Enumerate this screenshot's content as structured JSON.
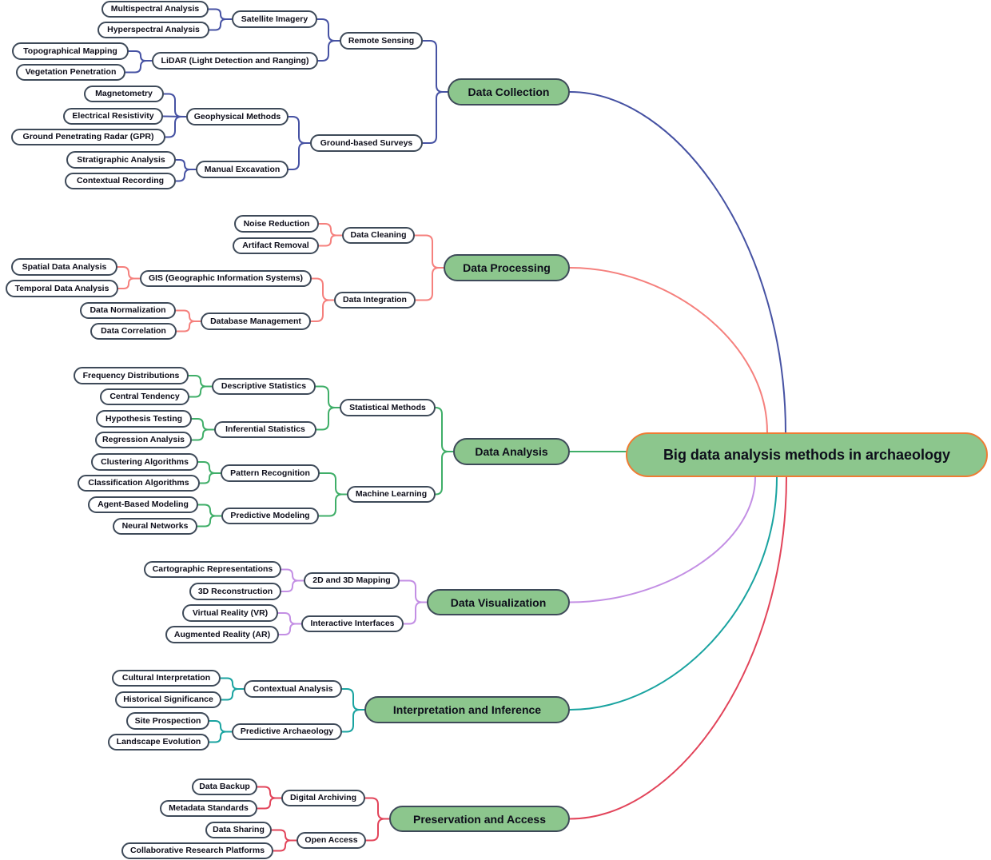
{
  "root": {
    "label": "Big data analysis methods in archaeology"
  },
  "palette": {
    "topic_fill": "#8CC68D",
    "node_fill": "#FFFFFF",
    "node_border": "#3E4A59",
    "root_border": "#EF7B33",
    "text": "#0D0D1A"
  },
  "branches": {
    "collection": {
      "label": "Data Collection",
      "color": "#4652A3",
      "nodes": {
        "remote_sensing": "Remote Sensing",
        "satellite": "Satellite Imagery",
        "multispectral": "Multispectral Analysis",
        "hyperspectral": "Hyperspectral Analysis",
        "lidar": "LiDAR (Light Detection and Ranging)",
        "topographical": "Topographical Mapping",
        "vegetation": "Vegetation Penetration",
        "ground_surveys": "Ground-based Surveys",
        "geophysical": "Geophysical Methods",
        "magnetometry": "Magnetometry",
        "electrical": "Electrical Resistivity",
        "gpr": "Ground Penetrating Radar (GPR)",
        "manual": "Manual Excavation",
        "stratigraphic": "Stratigraphic Analysis",
        "contextual_rec": "Contextual Recording"
      }
    },
    "processing": {
      "label": "Data Processing",
      "color": "#F5807D",
      "nodes": {
        "cleaning": "Data Cleaning",
        "noise": "Noise Reduction",
        "artifact": "Artifact Removal",
        "integration": "Data Integration",
        "gis": "GIS (Geographic Information Systems)",
        "spatial": "Spatial Data Analysis",
        "temporal": "Temporal Data Analysis",
        "database": "Database Management",
        "normalization": "Data Normalization",
        "correlation": "Data Correlation"
      }
    },
    "analysis": {
      "label": "Data Analysis",
      "color": "#3FAE68",
      "nodes": {
        "statistical": "Statistical Methods",
        "descriptive": "Descriptive Statistics",
        "frequency": "Frequency Distributions",
        "central": "Central Tendency",
        "inferential": "Inferential Statistics",
        "hypothesis": "Hypothesis Testing",
        "regression": "Regression Analysis",
        "ml": "Machine Learning",
        "pattern": "Pattern Recognition",
        "clustering": "Clustering Algorithms",
        "classification": "Classification Algorithms",
        "pred_model": "Predictive Modeling",
        "agent": "Agent-Based Modeling",
        "neural": "Neural Networks"
      }
    },
    "visualization": {
      "label": "Data Visualization",
      "color": "#C38FE4",
      "nodes": {
        "mapping": "2D and 3D Mapping",
        "cartographic": "Cartographic Representations",
        "recon3d": "3D Reconstruction",
        "interfaces": "Interactive Interfaces",
        "vr": "Virtual Reality (VR)",
        "ar": "Augmented Reality (AR)"
      }
    },
    "interpretation": {
      "label": "Interpretation and Inference",
      "color": "#19A3A0",
      "nodes": {
        "ctx_analysis": "Contextual Analysis",
        "cultural": "Cultural Interpretation",
        "historical": "Historical Significance",
        "pred_arch": "Predictive Archaeology",
        "site": "Site Prospection",
        "landscape": "Landscape Evolution"
      }
    },
    "preservation": {
      "label": "Preservation and Access",
      "color": "#E2445A",
      "nodes": {
        "archiving": "Digital Archiving",
        "backup": "Data Backup",
        "metadata": "Metadata Standards",
        "open_access": "Open Access",
        "sharing": "Data Sharing",
        "collaborative": "Collaborative Research Platforms"
      }
    }
  }
}
